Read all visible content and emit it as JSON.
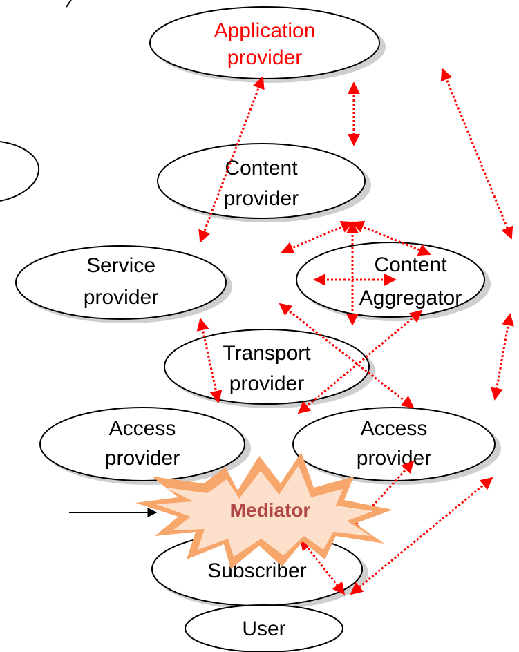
{
  "colors": {
    "node_fill": "#ffffff",
    "node_stroke": "#000000",
    "node_shadow": "#a8a8a8",
    "highlight_text": "#ff0000",
    "link": "#ff0000",
    "mediator_outer": "#f7a66c",
    "mediator_inner": "#fde7d6",
    "mediator_text": "#b04646"
  },
  "nodes": {
    "application_provider": {
      "line1": "Application",
      "line2": "provider"
    },
    "content_provider": {
      "line1": "Content",
      "line2": "provider"
    },
    "service_provider": {
      "line1": "Service",
      "line2": "provider"
    },
    "content_aggregator": {
      "line1": "Content",
      "line2": "Aggregator"
    },
    "transport_provider": {
      "line1": "Transport",
      "line2": "provider"
    },
    "access_provider_left": {
      "line1": "Access",
      "line2": "provider"
    },
    "access_provider_right": {
      "line1": "Access",
      "line2": "provider"
    },
    "subscriber": {
      "line1": "Subscriber"
    },
    "user": {
      "line1": "User"
    }
  },
  "mediator": {
    "label": "Mediator"
  }
}
